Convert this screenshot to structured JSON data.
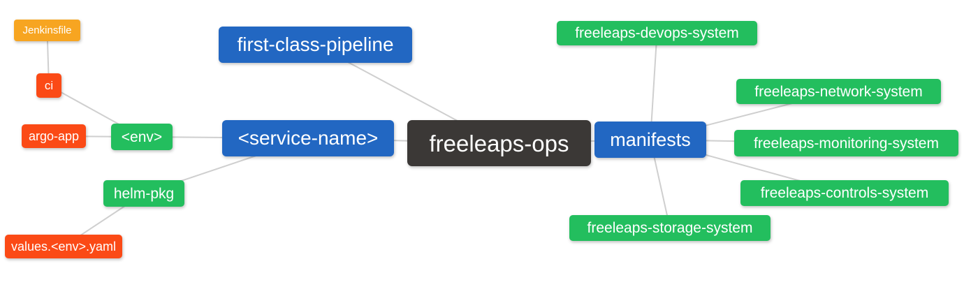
{
  "diagram": {
    "type": "mindmap",
    "colors": {
      "root-color": "#3B3836",
      "blue": "#2267C2",
      "green": "#23BE5E",
      "orange": "#F7A521",
      "red": "#FB4A16",
      "edge": "#CFCFCF",
      "bg": "#FFFFFF",
      "text": "#FFFFFF"
    },
    "nodes": {
      "root": {
        "label": "freeleaps-ops"
      },
      "first_class_pipeline": {
        "label": "first-class-pipeline"
      },
      "service_name": {
        "label": "<service-name>"
      },
      "env": {
        "label": "<env>"
      },
      "ci": {
        "label": "ci"
      },
      "jenkinsfile": {
        "label": "Jenkinsfile"
      },
      "argo_app": {
        "label": "argo-app"
      },
      "helm_pkg": {
        "label": "helm-pkg"
      },
      "values_env_yaml": {
        "label": "values.<env>.yaml"
      },
      "manifests": {
        "label": "manifests"
      },
      "devops_system": {
        "label": "freeleaps-devops-system"
      },
      "network_system": {
        "label": "freeleaps-network-system"
      },
      "monitoring_system": {
        "label": "freeleaps-monitoring-system"
      },
      "controls_system": {
        "label": "freeleaps-controls-system"
      },
      "storage_system": {
        "label": "freeleaps-storage-system"
      }
    },
    "edges": [
      [
        "jenkinsfile",
        "ci"
      ],
      [
        "ci",
        "env"
      ],
      [
        "argo_app",
        "env"
      ],
      [
        "env",
        "service_name"
      ],
      [
        "helm_pkg",
        "service_name"
      ],
      [
        "values_env_yaml",
        "helm_pkg"
      ],
      [
        "first_class_pipeline",
        "root"
      ],
      [
        "service_name",
        "root"
      ],
      [
        "root",
        "manifests"
      ],
      [
        "manifests",
        "devops_system"
      ],
      [
        "manifests",
        "network_system"
      ],
      [
        "manifests",
        "monitoring_system"
      ],
      [
        "manifests",
        "controls_system"
      ],
      [
        "manifests",
        "storage_system"
      ]
    ]
  }
}
